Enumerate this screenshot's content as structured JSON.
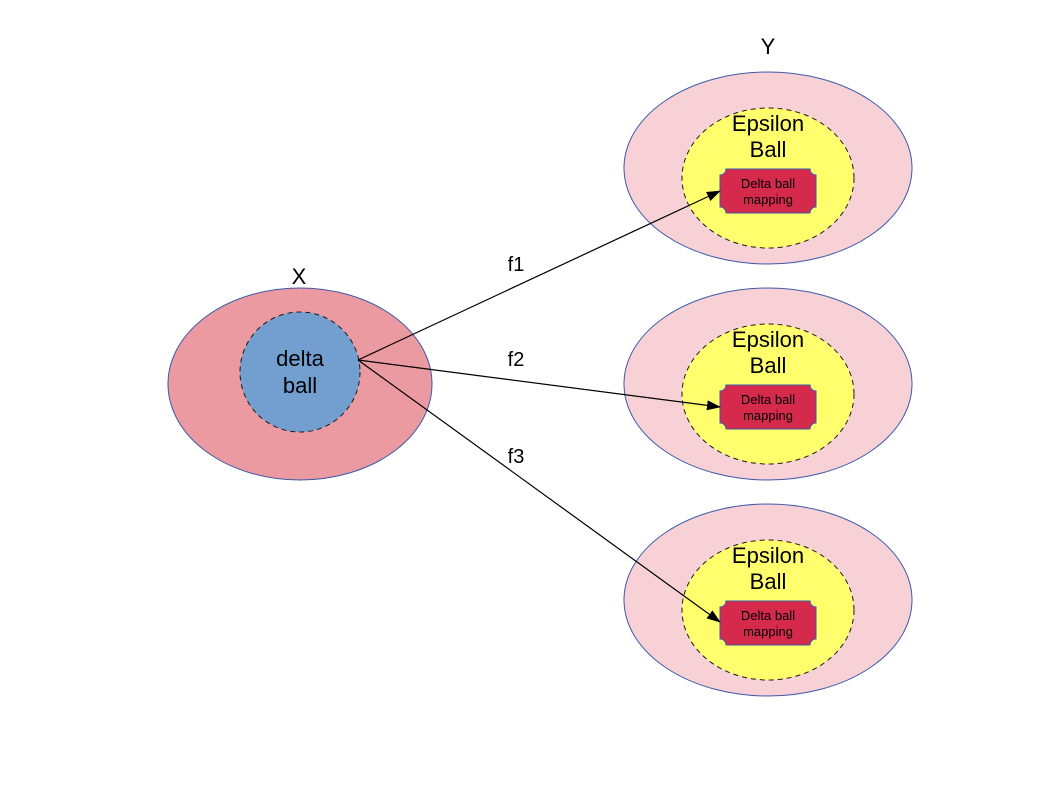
{
  "diagram": {
    "domain_label": "X",
    "codomain_label": "Y",
    "delta_ball": {
      "line1": "delta",
      "line2": "ball"
    },
    "functions": [
      "f1",
      "f2",
      "f3"
    ],
    "targets": [
      {
        "epsilon_line1": "Epsilon",
        "epsilon_line2": "Ball",
        "mapping_line1": "Delta ball",
        "mapping_line2": "mapping"
      },
      {
        "epsilon_line1": "Epsilon",
        "epsilon_line2": "Ball",
        "mapping_line1": "Delta ball",
        "mapping_line2": "mapping"
      },
      {
        "epsilon_line1": "Epsilon",
        "epsilon_line2": "Ball",
        "mapping_line1": "Delta ball",
        "mapping_line2": "mapping"
      }
    ],
    "colors": {
      "domain_fill": "#eb9aa2",
      "delta_fill": "#729fcf",
      "codomain_fill": "#f7d1d6",
      "epsilon_fill": "#ffff6d",
      "mapping_fill": "#d52a4c",
      "outline": "#3c5aa8"
    }
  }
}
